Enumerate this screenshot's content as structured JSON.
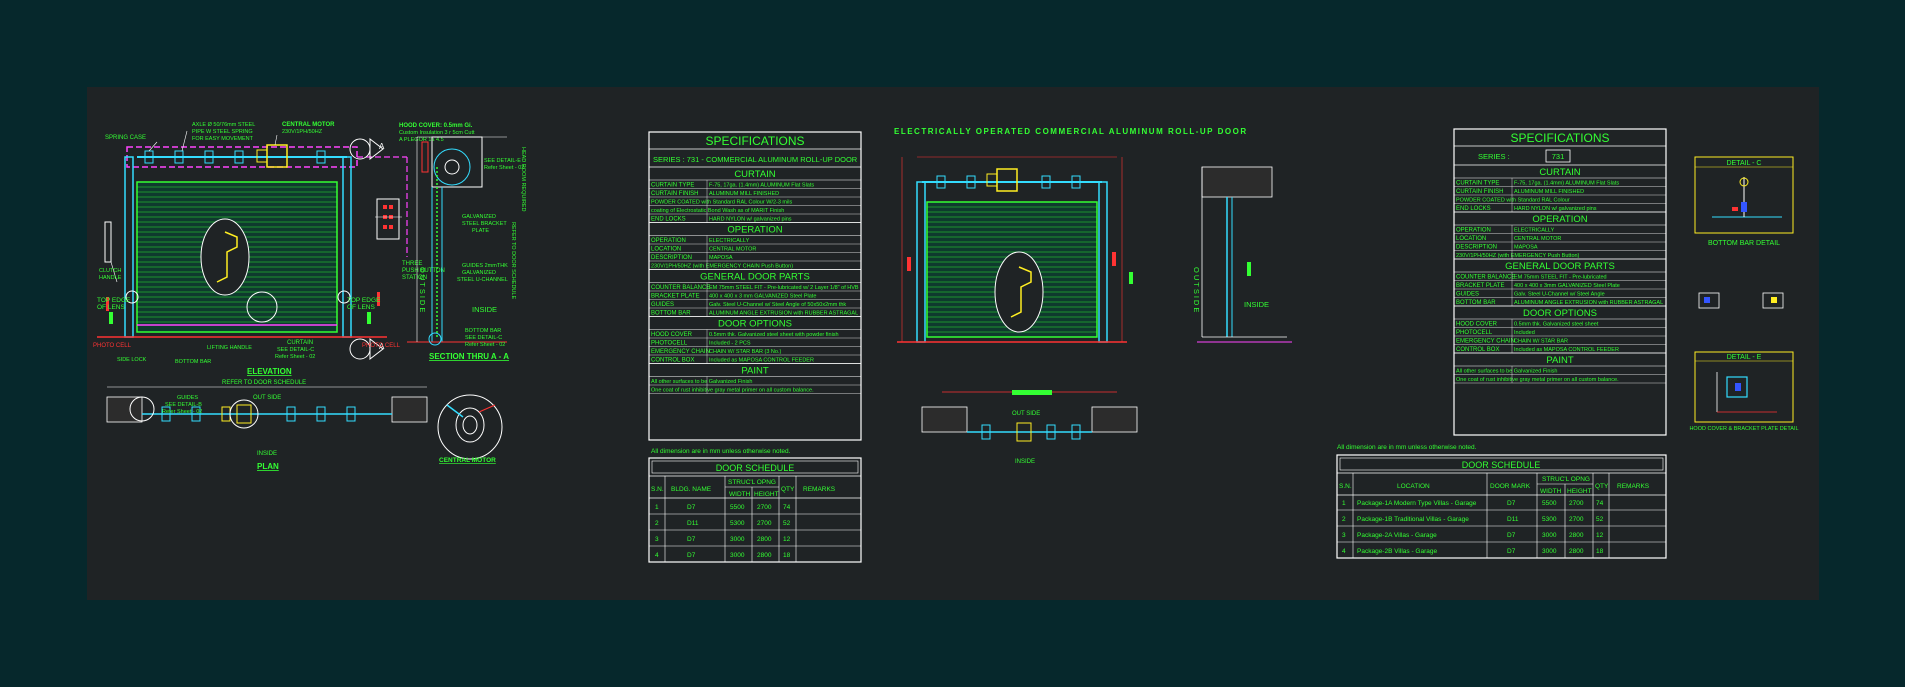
{
  "left_sheet": {
    "elevation": {
      "title": "ELEVATION",
      "labels": {
        "spring_case": "SPRING CASE",
        "axle": "AXLE Ø 50/76mm STEEL",
        "axle2": "PIPE W STEEL SPRING",
        "axle3": "FOR EASY MOVEMENT",
        "motor": "CENTRAL MOTOR",
        "motor2": "230V/1PH/50HZ",
        "hood": "HOOD COVER: 0.5mm Gi.",
        "hood2": "Custom Insulation 3 r 5cm Cutt",
        "hood3": "A PLEGOR 1a 4.5",
        "clutch": "CLUTCH",
        "clutch2": "HANDLE",
        "push": "THREE",
        "push2": "PUSH BUTTON",
        "push3": "STATION",
        "top_edge_l": "TOP EDGE",
        "top_edge_l2": "OF LENS",
        "top_edge_r": "TOP EDGE",
        "top_edge_r2": "OF LENS",
        "photocell_l": "PHOTO CELL",
        "photocell_r": "PHOTO CELL",
        "side_lock": "SIDE LOCK",
        "bottom_bar": "BOTTOM BAR",
        "lifting": "LIFTING HANDLE",
        "curtain": "CURTAIN",
        "curtain2": "SEE DETAIL-C",
        "curtain3": "Refer Sheet - 02",
        "section_marker": "A"
      }
    },
    "section": {
      "title": "SECTION THRU A - A",
      "labels": {
        "see_detail_e": "SEE DETAIL-E",
        "refer_sheet": "Refer Sheet - 02",
        "galvanized": "GALVANIZED",
        "galvanized2": "STEEL BRACKET",
        "galvanized3": "PLATE",
        "guides": "GUIDES 2mmTHK",
        "guides2": "GALVANIZED",
        "guides3": "STEEL U-CHANNEL",
        "inside": "INSIDE",
        "outside": "OUTSIDE",
        "bottom_bar": "BOTTOM BAR",
        "bottom_bar2": "SEE DETAIL-C",
        "bottom_bar3": "Refer Sheet - 02",
        "vertical_1": "REFER TO DOOR SCHEDULE",
        "vertical_2": "HEAD ROOM REQUIRED"
      }
    },
    "plan": {
      "title": "PLAN",
      "labels": {
        "refer": "REFER TO DOOR SCHEDULE",
        "guides": "GUIDES",
        "guides2": "SEE DETAIL-B",
        "guides3": "Refer Sheet - 02",
        "outside": "OUT SIDE",
        "inside": "INSIDE"
      }
    },
    "central_motor": {
      "title": "CENTRAL MOTOR"
    },
    "specifications": {
      "title": "SPECIFICATIONS",
      "series": "SERIES : 731 - COMMERCIAL ALUMINUM ROLL-UP DOOR",
      "sections": [
        {
          "heading": "CURTAIN",
          "rows": [
            [
              "CURTAIN TYPE",
              "F-75, 17ga. (1.4mm) ALUMINUM Flat Slats"
            ],
            [
              "CURTAIN FINISH",
              "ALUMINUM MILL FINISHED"
            ],
            [
              "",
              "POWDER COATED with Standard RAL Colour W/2-3 mils"
            ],
            [
              "",
              "coating of Electrostatic Bond Wash as of MARIT Finish"
            ],
            [
              "END LOCKS",
              "HARD NYLON w/ galvanized pins"
            ]
          ]
        },
        {
          "heading": "OPERATION",
          "rows": [
            [
              "OPERATION",
              "ELECTRICALLY"
            ],
            [
              "LOCATION",
              "CENTRAL MOTOR"
            ],
            [
              "DESCRIPTION",
              "MAPOSA"
            ],
            [
              "",
              "230V/1PH/50HZ (with EMERGENCY CHAIN Push Button)"
            ]
          ]
        },
        {
          "heading": "GENERAL DOOR PARTS",
          "rows": [
            [
              "COUNTER BALANCE",
              "EM 75mm STEEL FIT - Pre-lubricated w/ 2 Layer 1/8\" of HVB"
            ],
            [
              "BRACKET PLATE",
              "400 x 400 x 3 mm GALVANIZED Steel Plate"
            ],
            [
              "GUIDES",
              "Galv. Steel U-Channel w/ Steel Angle of 50x50x2mm thk"
            ],
            [
              "BOTTOM BAR",
              "ALUMINUM ANGLE EXTRUSION with RUBBER ASTRAGAL"
            ]
          ]
        },
        {
          "heading": "DOOR OPTIONS",
          "rows": [
            [
              "HOOD COVER",
              "0.5mm thk. Galvanized steel sheet with powder finish"
            ],
            [
              "PHOTOCELL",
              "Included - 2 PCS"
            ],
            [
              "EMERGENCY CHAIN",
              "CHAIN W/ STAR BAR (3 No.)"
            ],
            [
              "CONTROL BOX",
              "Included as MAPOSA CONTROL FEEDER"
            ]
          ]
        },
        {
          "heading": "PAINT",
          "rows": [
            [
              "",
              "All other surfaces to be Galvanized Finish"
            ],
            [
              "",
              "One coat of rust inhibitive gray metal primer on all custom balance."
            ]
          ]
        }
      ],
      "note": "All dimension are in mm unless otherwise noted."
    },
    "schedule": {
      "title": "DOOR SCHEDULE",
      "headers": [
        "S.N.",
        "BLDG. NAME",
        "STRUC'L OPNG WIDTH",
        "HEIGHT",
        "QTY",
        "REMARKS"
      ],
      "header_top": "STRUC'L OPNG",
      "header_width": "WIDTH",
      "header_height": "HEIGHT",
      "rows": [
        [
          "1",
          "D7",
          "5500",
          "2700",
          "74",
          ""
        ],
        [
          "2",
          "D11",
          "5300",
          "2700",
          "52",
          ""
        ],
        [
          "3",
          "D7",
          "3000",
          "2800",
          "12",
          ""
        ],
        [
          "4",
          "D7",
          "3000",
          "2800",
          "18",
          ""
        ]
      ]
    }
  },
  "right_sheet": {
    "title": "ELECTRICALLY OPERATED COMMERCIAL ALUMINUM ROLL-UP DOOR",
    "section_labels": {
      "outside": "OUTSIDE",
      "inside": "INSIDE"
    },
    "plan_labels": {
      "outside": "OUT SIDE",
      "inside": "INSIDE"
    },
    "specifications": {
      "title": "SPECIFICATIONS",
      "series_label": "SERIES :",
      "series_value": "731",
      "sections": [
        {
          "heading": "CURTAIN",
          "rows": [
            [
              "CURTAIN TYPE",
              "F-75, 17ga. (1.4mm) ALUMINUM Flat Slats"
            ],
            [
              "CURTAIN FINISH",
              "ALUMINUM MILL FINISHED"
            ],
            [
              "",
              "POWDER COATED with Standard RAL Colour"
            ],
            [
              "END LOCKS",
              "HARD NYLON w/ galvanized pins"
            ]
          ]
        },
        {
          "heading": "OPERATION",
          "rows": [
            [
              "OPERATION",
              "ELECTRICALLY"
            ],
            [
              "LOCATION",
              "CENTRAL MOTOR"
            ],
            [
              "DESCRIPTION",
              "MAPOSA"
            ],
            [
              "",
              "230V/1PH/50HZ (with EMERGENCY Push Button)"
            ]
          ]
        },
        {
          "heading": "GENERAL DOOR PARTS",
          "rows": [
            [
              "COUNTER BALANCE",
              "EM 75mm STEEL FIT - Pre-lubricated"
            ],
            [
              "BRACKET PLATE",
              "400 x 400 x 3mm GALVANIZED Steel Plate"
            ],
            [
              "GUIDES",
              "Galv. Steel U-Channel w/ Steel Angle"
            ],
            [
              "BOTTOM BAR",
              "ALUMINUM ANGLE EXTRUSION with RUBBER ASTRAGAL"
            ]
          ]
        },
        {
          "heading": "DOOR OPTIONS",
          "rows": [
            [
              "HOOD COVER",
              "0.5mm thk. Galvanized steel sheet"
            ],
            [
              "PHOTOCELL",
              "Included"
            ],
            [
              "EMERGENCY CHAIN",
              "CHAIN W/ STAR BAR"
            ],
            [
              "CONTROL BOX",
              "Included as MAPOSA CONTROL FEEDER"
            ]
          ]
        },
        {
          "heading": "PAINT",
          "rows": [
            [
              "",
              "All other surfaces to be Galvanized Finish"
            ],
            [
              "",
              "One coat of rust inhibitive gray metal primer on all custom balance."
            ]
          ]
        }
      ],
      "note": "All dimension are in mm unless otherwise noted."
    },
    "schedule": {
      "title": "DOOR SCHEDULE",
      "header_sn": "S.N.",
      "header_location": "LOCATION",
      "header_door_mark": "DOOR MARK",
      "header_top": "STRUC'L OPNG",
      "header_width": "WIDTH",
      "header_height": "HEIGHT",
      "header_qty": "QTY",
      "header_remarks": "REMARKS",
      "rows": [
        [
          "1",
          "Package-1A  Modern Type Villas - Garage",
          "D7",
          "5500",
          "2700",
          "74"
        ],
        [
          "2",
          "Package-1B  Traditional Villas - Garage",
          "D11",
          "5300",
          "2700",
          "52"
        ],
        [
          "3",
          "Package-2A  Villas - Garage",
          "D7",
          "3000",
          "2800",
          "12"
        ],
        [
          "4",
          "Package-2B  Villas - Garage",
          "D7",
          "3000",
          "2800",
          "18"
        ]
      ]
    },
    "details": {
      "detail_c": "DETAIL - C",
      "detail_c_caption": "BOTTOM BAR DETAIL",
      "detail_e": "DETAIL - E",
      "detail_e_caption": "HOOD COVER & BRACKET PLATE DETAIL"
    }
  },
  "colors": {
    "background": "#06282c",
    "sheet": "#1f2325",
    "green": "#33ff33",
    "white": "#ffffff",
    "cyan": "#33ddff",
    "red": "#ff3333",
    "magenta": "#ff44ff",
    "yellow": "#ffee22"
  }
}
